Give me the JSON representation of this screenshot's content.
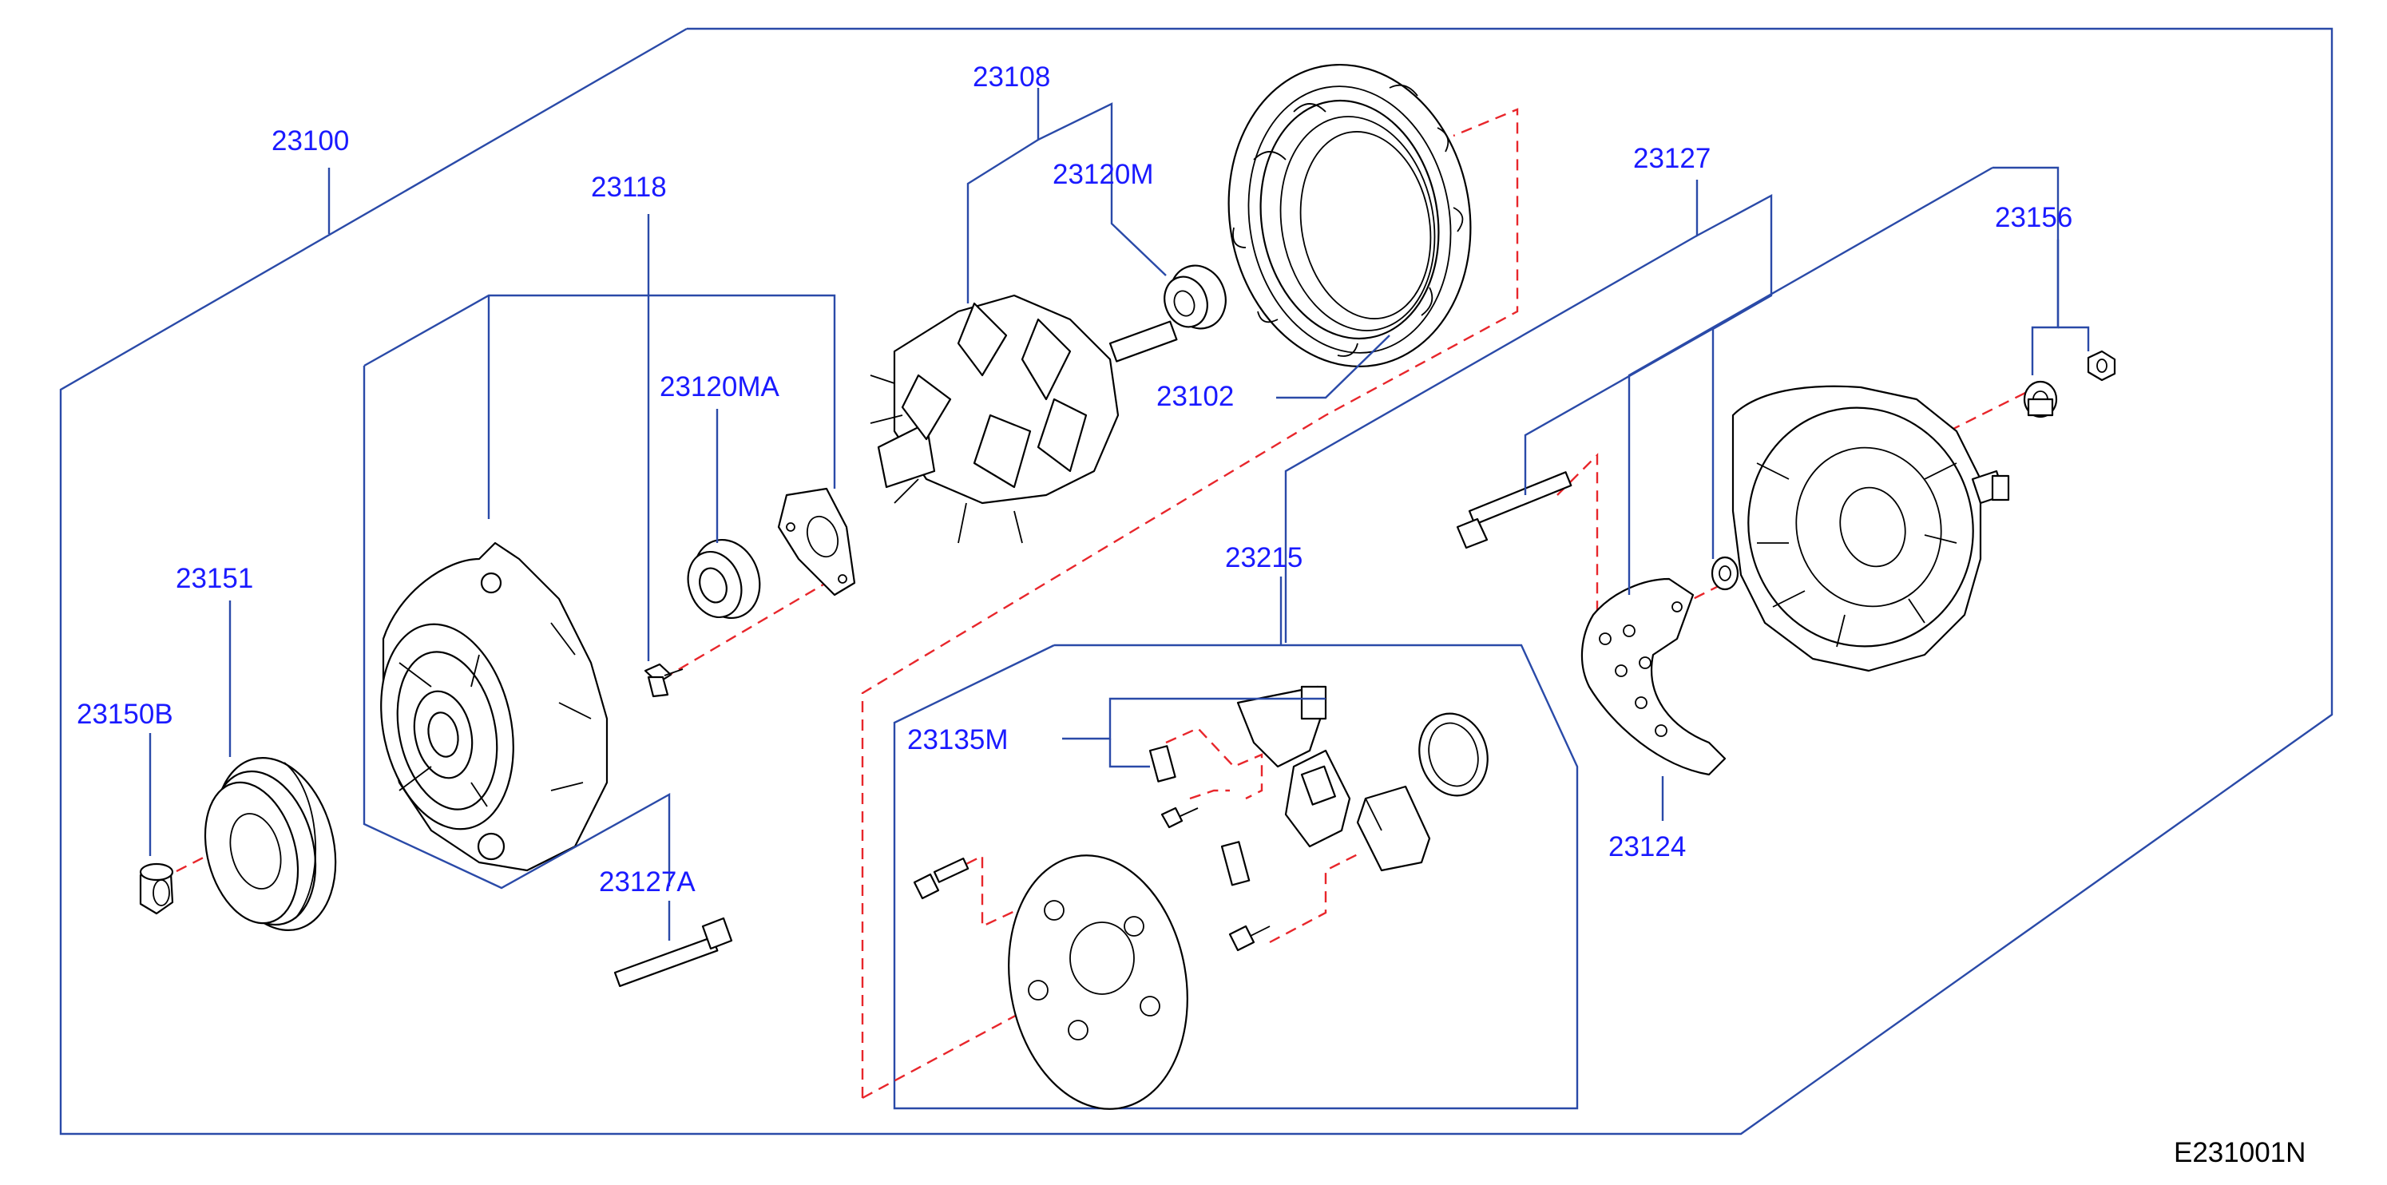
{
  "colors": {
    "callout": "#1a1aff",
    "leader": "#2a4aa8",
    "assembly_line": "#e8262b",
    "ink": "#000000",
    "background": "#ffffff"
  },
  "labels": {
    "p23100": "23100",
    "p23118": "23118",
    "p23108": "23108",
    "p23120m": "23120M",
    "p23102": "23102",
    "p23127": "23127",
    "p23156": "23156",
    "p23120ma": "23120MA",
    "p23151": "23151",
    "p23150b": "23150B",
    "p23215": "23215",
    "p23135m": "23135M",
    "p23124": "23124",
    "p23127a": "23127A"
  },
  "diagram_code": "E231001N"
}
